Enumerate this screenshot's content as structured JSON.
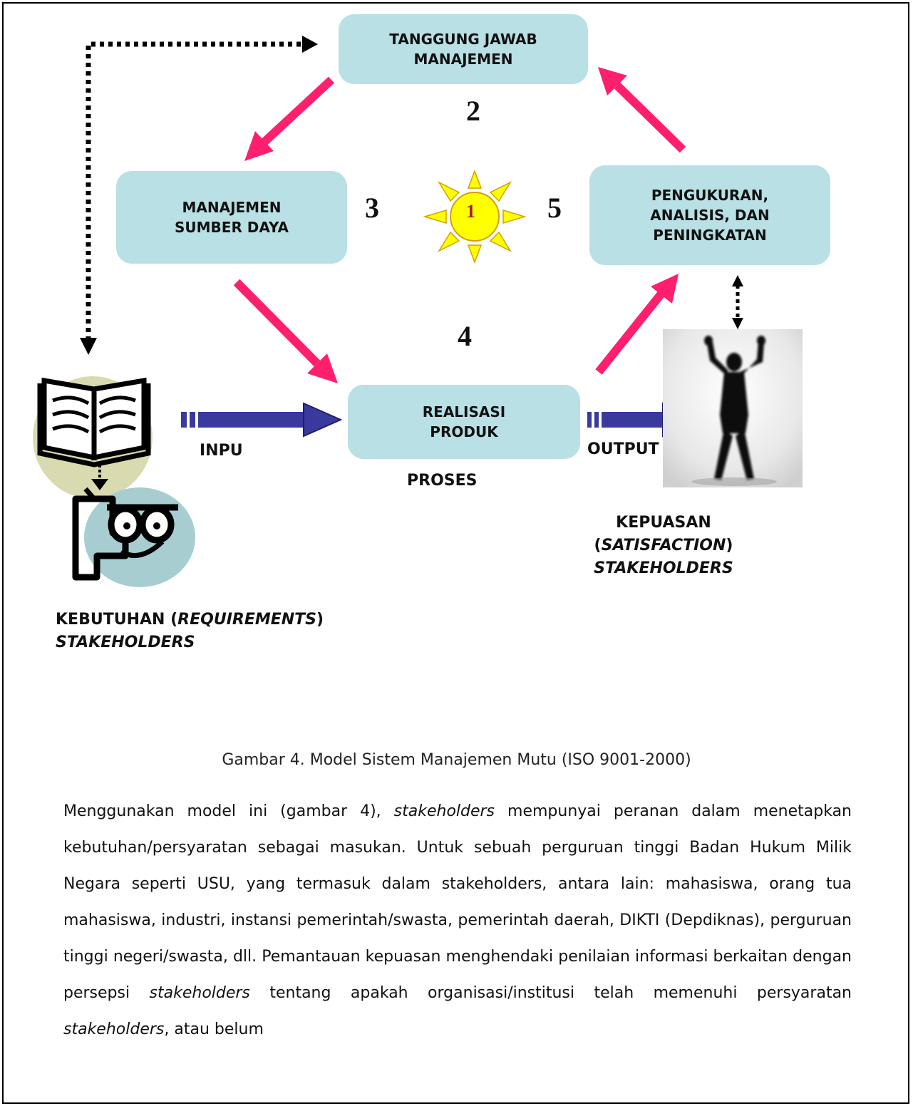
{
  "diagram": {
    "boxes": {
      "management_responsibility": "TANGGUNG JAWAB\nMANAJEMEN",
      "resource_management": "MANAJEMEN\nSUMBER DAYA",
      "measurement": "PENGUKURAN,\nANALISIS, DAN\nPENINGKATAN",
      "product_realization": "REALISASI\nPRODUK"
    },
    "numbers": {
      "center": "1",
      "n2": "2",
      "n3": "3",
      "n4": "4",
      "n5": "5"
    },
    "labels": {
      "input": "INPU",
      "output": "OUTPUT",
      "process": "PROSES",
      "satisfaction_line1": "KEPUASAN",
      "satisfaction_open": "(",
      "satisfaction_word": "SATISFACTION",
      "satisfaction_close": ")",
      "satisfaction_stakeholders": "STAKEHOLDERS",
      "requirements_prefix": "KEBUTUHAN (",
      "requirements_word": "REQUIREMENTS",
      "requirements_close": ")",
      "requirements_stakeholders": "STAKEHOLDERS"
    },
    "colors": {
      "box": "#b9e0e4",
      "cycle_arrow": "#ff1f6e",
      "flow_arrow": "#3a3a9e",
      "sun_fill": "#ffff00",
      "sun_stroke": "#d4a000",
      "number_one": "#a02020",
      "book_bg": "#d9dab0",
      "face_bg": "#a7cdd1"
    },
    "icons": [
      "open-book-icon",
      "cartoon-face-icon",
      "sun-icon",
      "person-silhouette-icon"
    ]
  },
  "caption": "Gambar 4. Model Sistem Manajemen Mutu (ISO 9001-2000)",
  "paragraph": {
    "s1_a": "Menggunakan model ini (gambar 4), ",
    "s1_em": "stakeholders",
    "s1_b": " mempunyai peranan dalam menetapkan kebutuhan/persyaratan sebagai masukan. Untuk sebuah perguruan tinggi Badan Hukum Milik Negara seperti USU, yang termasuk dalam stakeholders, antara lain: mahasiswa, orang tua mahasiswa, industri, instansi pemerintah/swasta, pemerintah daerah, DIKTI (Depdiknas), perguruan tinggi negeri/swasta, dll. Pemantauan kepuasan menghendaki penilaian informasi berkaitan dengan persepsi ",
    "s1_em2": "stakeholders",
    "s1_c": " tentang apakah organisasi/institusi telah memenuhi persyaratan ",
    "s1_em3": "stakeholders",
    "s1_d": ", atau belum"
  }
}
